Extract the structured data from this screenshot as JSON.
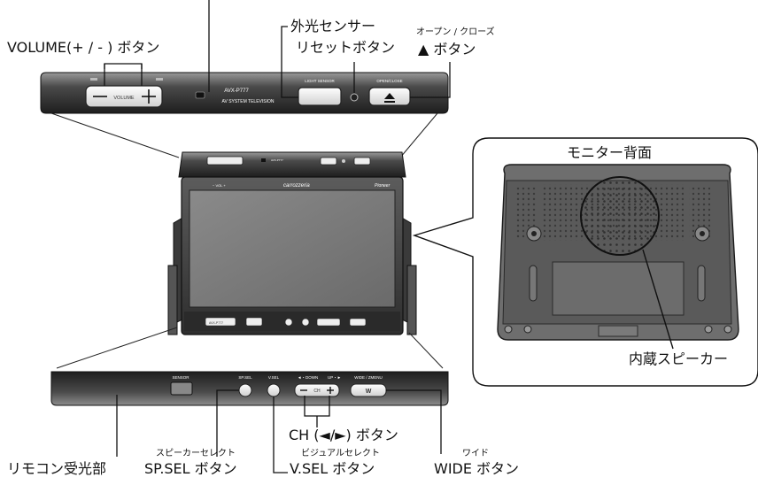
{
  "top_panel": {
    "model": "AVX-P777",
    "subtitle": "AV SYSTEM TELEVISION",
    "volume_label": "VOLUME",
    "light_sensor_label": "LIGHT SENSOR",
    "open_close_label": "OPEN/CLOSE"
  },
  "bottom_panel": {
    "sensor_label": "SENSOR",
    "sp_sel_label": "SP.SEL",
    "v_sel_label": "V.SEL",
    "down_label": "◄・DOWN",
    "up_label": "UP・►",
    "ch_label": "CH",
    "wide_label": "WIDE / ZMENU",
    "wide_key": "W"
  },
  "device": {
    "brand_left": "carrozzeria",
    "brand_right": "Pioneer",
    "model_small": "AVX-P777"
  },
  "callouts": {
    "volume": "VOLUME(+ / - ) ボタン",
    "light_sensor_line1": "外光センサー",
    "light_sensor_line2": "リセットボタン",
    "open_close_small": "オープン / クローズ",
    "open_close": "▲ ボタン",
    "monitor_back": "モニター背面",
    "speaker": "内蔵スピーカー",
    "ch": "CH (◄/►) ボタン",
    "remote": "リモコン受光部",
    "sp_sel_small": "スピーカーセレクト",
    "sp_sel": "SP.SEL ボタン",
    "v_sel_small": "ビジュアルセレクト",
    "v_sel": "V.SEL ボタン",
    "wide_small": "ワイド",
    "wide": "WIDE ボタン"
  },
  "colors": {
    "panel_dark": "#2b2b2b",
    "panel_mid": "#6f6f6f",
    "screen": "#7a7a7a",
    "callout_border": "#111111"
  }
}
